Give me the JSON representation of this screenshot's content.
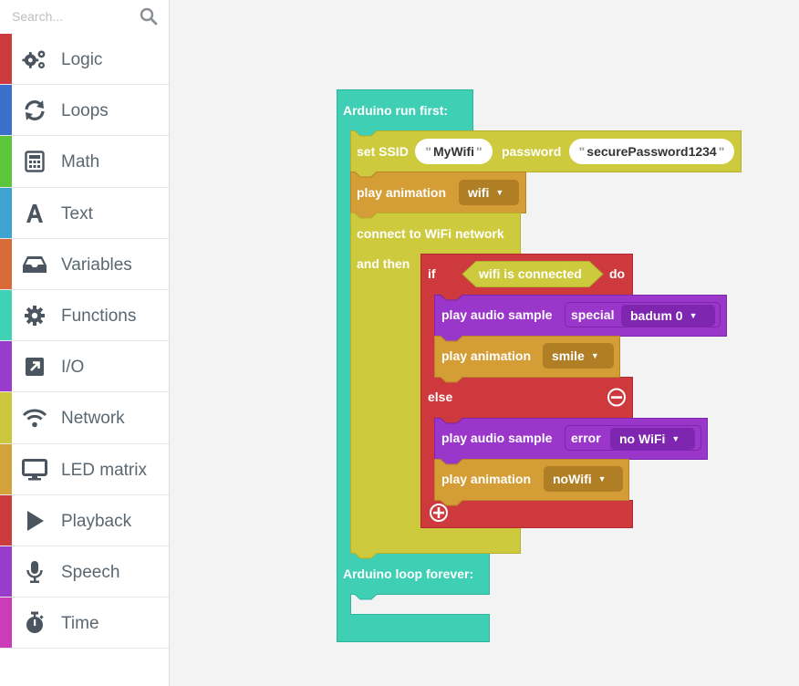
{
  "search": {
    "placeholder": "Search..."
  },
  "categories": [
    {
      "label": "Logic",
      "color": "#cc3b3e",
      "icon": "gears-icon"
    },
    {
      "label": "Loops",
      "color": "#3a70cc",
      "icon": "refresh-icon"
    },
    {
      "label": "Math",
      "color": "#5cc53a",
      "icon": "calculator-icon"
    },
    {
      "label": "Text",
      "color": "#3fa3d2",
      "icon": "font-icon"
    },
    {
      "label": "Variables",
      "color": "#d96b3b",
      "icon": "inbox-icon"
    },
    {
      "label": "Functions",
      "color": "#3fd2b5",
      "icon": "gear-icon"
    },
    {
      "label": "I/O",
      "color": "#9a3ccb",
      "icon": "external-link-icon"
    },
    {
      "label": "Network",
      "color": "#ccc73e",
      "icon": "wifi-icon"
    },
    {
      "label": "LED matrix",
      "color": "#d4a23a",
      "icon": "monitor-icon"
    },
    {
      "label": "Playback",
      "color": "#cc3b3e",
      "icon": "play-icon"
    },
    {
      "label": "Speech",
      "color": "#9a3ccb",
      "icon": "microphone-icon"
    },
    {
      "label": "Time",
      "color": "#cc3bb8",
      "icon": "stopwatch-icon"
    }
  ],
  "colors": {
    "teal": "#3fcfb4",
    "yellow": "#cdca3e",
    "orange": "#d49d36",
    "red": "#cd393d",
    "purple": "#9a37ca",
    "canvas": "#f3f3f3"
  },
  "blocks": {
    "run_first": {
      "label": "Arduino run first:"
    },
    "set_ssid": {
      "label": "set SSID",
      "ssid_value": "MyWifi",
      "password_label": "password",
      "password_value": "securePassword1234"
    },
    "play_anim_1": {
      "label": "play animation",
      "value": "wifi"
    },
    "connect": {
      "label": "connect to WiFi network",
      "and_then_label": "and then"
    },
    "if_block": {
      "if_label": "if",
      "condition": "wifi is connected",
      "do_label": "do",
      "else_label": "else"
    },
    "audio_1": {
      "label": "play audio sample",
      "category": "special",
      "sample": "badum 0"
    },
    "anim_2": {
      "label": "play animation",
      "value": "smile"
    },
    "audio_2": {
      "label": "play audio sample",
      "category": "error",
      "sample": "no WiFi"
    },
    "anim_3": {
      "label": "play animation",
      "value": "noWifi"
    },
    "loop_forever": {
      "label": "Arduino loop forever:"
    }
  }
}
